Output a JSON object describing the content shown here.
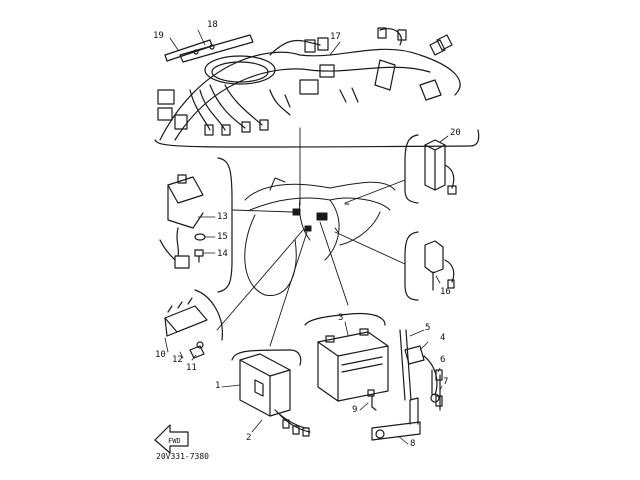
{
  "callouts": {
    "n1": "1",
    "n2": "2",
    "n3": "3",
    "n4": "4",
    "n5": "5",
    "n6": "6",
    "n7": "7",
    "n8": "8",
    "n9": "9",
    "n10": "10",
    "n11": "11",
    "n12": "12",
    "n13": "13",
    "n14": "14",
    "n15": "15",
    "n16": "16",
    "n17": "17",
    "n18": "18",
    "n19": "19",
    "n20": "20"
  },
  "front_arrow_text": "FWD",
  "diagram_code": "20V331-7380",
  "colors": {
    "ink": "#1a1a1a",
    "background": "#ffffff"
  }
}
